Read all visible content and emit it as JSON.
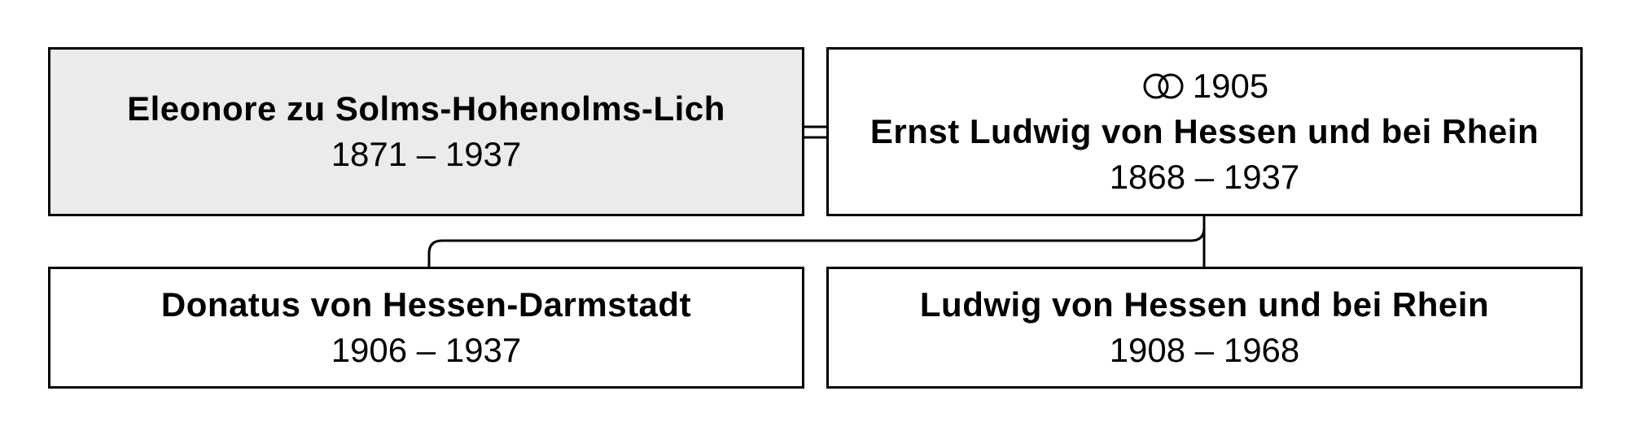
{
  "couple": {
    "partner": {
      "name": "Eleonore zu Solms-Hohenolms-Lich",
      "dates": "1871 – 1937",
      "highlight_color": "#ebebeb"
    },
    "person": {
      "marriage_icon": "wedding-rings-icon",
      "marriage_year": "1905",
      "name": "Ernst Ludwig von Hessen und bei Rhein",
      "dates": "1868 – 1937"
    }
  },
  "children": [
    {
      "name": "Donatus von Hessen-Darmstadt",
      "dates": "1906 – 1937"
    },
    {
      "name": "Ludwig von Hessen und bei Rhein",
      "dates": "1908 – 1968"
    }
  ]
}
